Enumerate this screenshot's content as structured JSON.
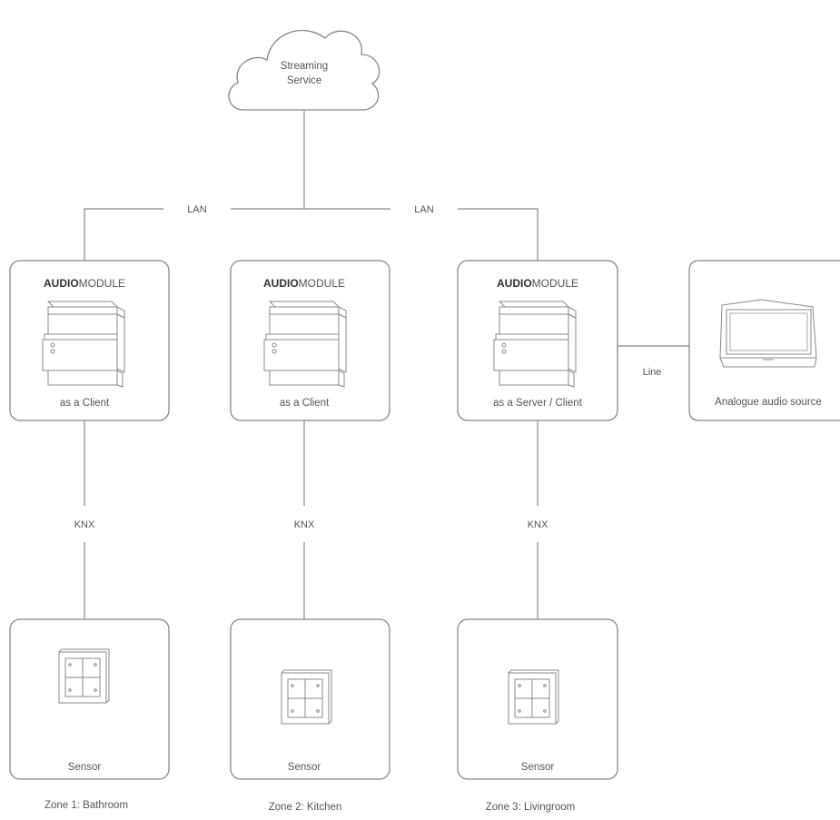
{
  "cloud": {
    "line1": "Streaming",
    "line2": "Service"
  },
  "connections": {
    "lan_left": "LAN",
    "lan_right": "LAN",
    "knx_1": "KNX",
    "knx_2": "KNX",
    "knx_3": "KNX",
    "line": "Line"
  },
  "modules": [
    {
      "brand_bold": "AUDIO",
      "brand_rest": "MODULE",
      "role": "as a Client"
    },
    {
      "brand_bold": "AUDIO",
      "brand_rest": "MODULE",
      "role": "as a Client"
    },
    {
      "brand_bold": "AUDIO",
      "brand_rest": "MODULE",
      "role": "as a Server / Client"
    }
  ],
  "source": {
    "label": "Analogue audio source"
  },
  "sensors": [
    {
      "label": "Sensor",
      "zone": "Zone 1: Bathroom"
    },
    {
      "label": "Sensor",
      "zone": "Zone 2: Kitchen"
    },
    {
      "label": "Sensor",
      "zone": "Zone 3: Livingroom"
    }
  ]
}
